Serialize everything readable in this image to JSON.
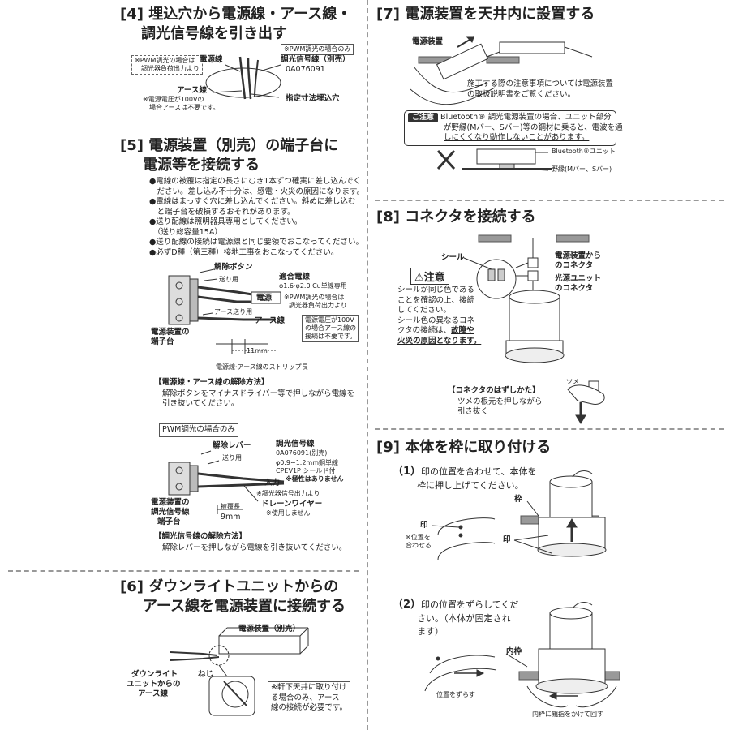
{
  "s4": {
    "title1": "[4] 埋込穴から電源線・アース線・",
    "title2": "調光信号線を引き出す",
    "pwm_note1": "※PWM調光の場合は",
    "pwm_note2": "調光器負荷出力より",
    "power_wire": "電源線",
    "pwm_only": "※PWM調光の場合のみ",
    "signal_wire": "調光信号線（別売）",
    "signal_model": "0A076091",
    "earth_wire": "アース線",
    "voltage_note1": "※電源電圧が100Vの",
    "voltage_note2": "場合アースは不要です。",
    "hole": "指定寸法埋込穴"
  },
  "s5": {
    "title1": "[5] 電源装置（別売）の端子台に",
    "title2": "電源等を接続する",
    "bullets": [
      "●電線の被覆は指定の長さにむき1本ずつ確実に差し込んでく",
      "　ださい。差し込み不十分は、感電・火災の原因になります。",
      "●電線はまっすぐ穴に差し込んでください。斜めに差し込む",
      "　と端子台を破損するおそれがあります。",
      "●送り配線は照明器具専用としてください。",
      "　（送り総容量15A）",
      "●送り配線の接続は電源線と同じ要領でおこなってください。",
      "●必ずD種（第三種）接地工事をおこなってください。"
    ],
    "release_button": "解除ボタン",
    "feed": "送り用",
    "wire_spec": "適合電線",
    "wire_spec_detail": "φ1.6·φ2.0 Cu単線専用",
    "power": "電源",
    "pwm_note1": "※PWM調光の場合は",
    "pwm_note2": "調光器負荷出力より",
    "earth_feed": "アース送り用",
    "earth": "アース線",
    "voltage_note1": "電源電圧が100V",
    "voltage_note2": "の場合アース線の",
    "voltage_note3": "接続は不要です。",
    "terminal1": "電源装置の",
    "terminal2": "端子台",
    "strip_len": "11mm",
    "strip_caption": "電源線·アース線のストリップ長",
    "release_title": "【電源線・アース線の解除方法】",
    "release_text1": "解除ボタンをマイナスドライバー等で押しながら電線を",
    "release_text2": "引き抜いてください。",
    "pwm_box": "PWM調光の場合のみ",
    "release_lever": "解除レバー",
    "feed2": "送り用",
    "sig_title": "調光信号線",
    "sig_model": "0A076091(別売)",
    "sig_spec1": "φ0.9∼1.2mm銅単線",
    "sig_spec2": "CPEV1P シールド付",
    "sig_polarity": "※極性はありません",
    "input": "入力",
    "sig_note": "※調光器信号出力より",
    "drain": "ドレーンワイヤー",
    "drain_note": "※使用しません",
    "terminal_a": "電源装置の",
    "terminal_b": "調光信号線",
    "terminal_c": "端子台",
    "cover_len": "被覆長",
    "len9": "9mm",
    "sig_release_title": "【調光信号線の解除方法】",
    "sig_release_text": "解除レバーを押しながら電線を引き抜いてください。"
  },
  "s6": {
    "title1": "[6] ダウンライトユニットからの",
    "title2": "アース線を電源装置に接続する",
    "psu": "電源装置（別売）",
    "screw": "ねじ",
    "unit1": "ダウンライト",
    "unit2": "ユニットからの",
    "unit3": "アース線",
    "note1": "※軒下天井に取り付け",
    "note2": "る場合のみ、アース",
    "note3": "線の接続が必要です。"
  },
  "s7": {
    "title": "[7] 電源装置を天井内に設置する",
    "psu": "電源装置",
    "note1": "施工する際の注意事項については電源装置",
    "note2": "の取扱説明書をご覧ください。",
    "tag": "ご注意",
    "caution1": "Bluetooth® 調光電源装置の場合、ユニット部分",
    "caution2a": "が野縁(Mバー、Sバー)等の鋼材に乗ると、",
    "caution2b": "電波を通",
    "caution3": "しにくくなり動作しないことがあります。",
    "bt_unit": "Bluetooth®ユニット",
    "nobuchi": "野縁(Mバー、Sバー)"
  },
  "s8": {
    "title": "[8] コネクタを接続する",
    "seal": "シール",
    "psu_conn1": "電源装置から",
    "psu_conn2": "のコネクタ",
    "src_conn1": "光源ユニット",
    "src_conn2": "のコネクタ",
    "warn": "⚠注意",
    "warn_lines": [
      "シールが同じ色である",
      "ことを確認の上、接続",
      "してください。",
      "シール色の異なるコネ",
      "クタの接続は、"
    ],
    "warn_bold1": "故障や",
    "warn_bold2": "火災の原因となります。",
    "remove_title": "【コネクタのはずしかた】",
    "remove1": "ツメの根元を押しながら",
    "remove2": "引き抜く",
    "tsume": "ツメ"
  },
  "s9": {
    "title": "[9] 本体を枠に取り付ける",
    "step1_num": "（1）",
    "step1_a": "印の位置を合わせて、本体を",
    "step1_b": "枠に押し上げてください。",
    "frame": "枠",
    "mark": "印",
    "mark2": "印",
    "align1": "※位置を",
    "align2": "合わせる",
    "step2_num": "（2）",
    "step2_a": "印の位置をずらしてくだ",
    "step2_b": "さい。（本体が固定され",
    "step2_c": "ます）",
    "inner_frame": "内枠",
    "shift": "位置をずらす",
    "rotate": "内枠に親指をかけて回す"
  }
}
